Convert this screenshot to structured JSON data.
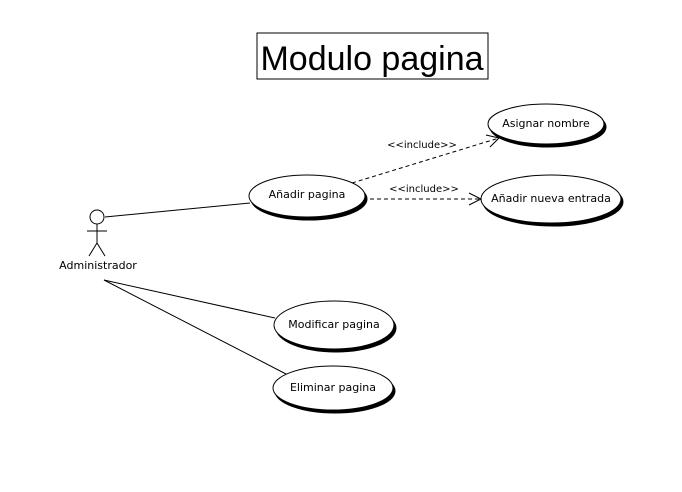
{
  "diagram": {
    "title": "Modulo pagina",
    "actor": {
      "name": "Administrador"
    },
    "use_cases": {
      "add_page": "Añadir pagina",
      "assign_name": "Asignar nombre",
      "add_entry": "Añadir nueva entrada",
      "modify_page": "Modificar pagina",
      "delete_page": "Eliminar pagina"
    },
    "relations": {
      "include_assign_name": "<<include>>",
      "include_add_entry": "<<include>>"
    }
  }
}
